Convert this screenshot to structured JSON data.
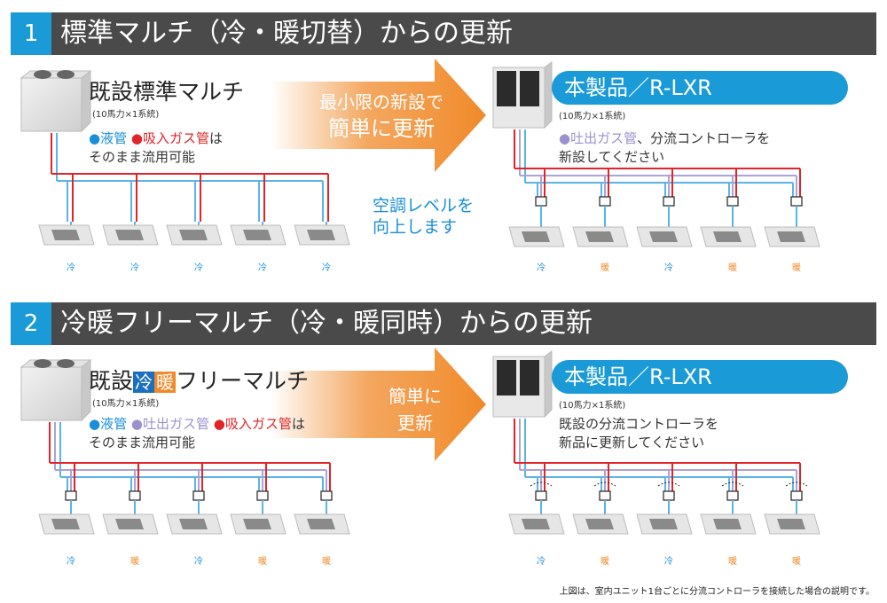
{
  "section1": {
    "number": "1",
    "title": "標準マルチ（冷・暖切替）からの更新",
    "existing": {
      "name": "既設標準マルチ",
      "spec": "(10馬力×1系統)",
      "note_liquid": "●液管",
      "note_suction": "●吸入ガス管",
      "note_suffix": "は",
      "note_line2": "そのまま流用可能"
    },
    "arrow_line1": "最小限の新設で",
    "arrow_line2": "簡単に更新",
    "level_line1": "空調レベルを",
    "level_line2": "向上します",
    "product": {
      "name": "本製品／R-LXR",
      "spec": "(10馬力×1系統)",
      "note_discharge": "●吐出ガス管",
      "note_suffix": "、分流コントローラを",
      "note_line2": "新設してください"
    },
    "modes_left": [
      "冷",
      "冷",
      "冷",
      "冷",
      "冷"
    ],
    "modes_right": [
      "冷",
      "暖",
      "冷",
      "暖",
      "暖"
    ]
  },
  "section2": {
    "number": "2",
    "title": "冷暖フリーマルチ（冷・暖同時）からの更新",
    "existing": {
      "name_prefix": "既設",
      "badge_cool": "冷",
      "badge_heat": "暖",
      "name_suffix": "フリーマルチ",
      "spec": "(10馬力×1系統)",
      "note_liquid": "●液管",
      "note_discharge": "●吐出ガス管",
      "note_suction": "●吸入ガス管",
      "note_suffix": "は",
      "note_line2": "そのまま流用可能"
    },
    "arrow_line1": "簡単に",
    "arrow_line2": "更新",
    "product": {
      "name": "本製品／R-LXR",
      "spec": "(10馬力×1系統)",
      "note_line1": "既設の分流コントローラを",
      "note_line2": "新品に更新してください"
    },
    "modes_left": [
      "冷",
      "暖",
      "冷",
      "暖",
      "暖"
    ],
    "modes_right": [
      "冷",
      "暖",
      "冷",
      "暖",
      "暖"
    ]
  },
  "footnote": "上図は、室内ユニット1台ごとに分流コントローラを接続した場合の説明です。",
  "colors": {
    "section_bar": "#4a4a4a",
    "accent_blue": "#1a9ad6",
    "liquid_pipe": "#5ab4e6",
    "suction_pipe": "#e2242a",
    "discharge_pipe": "#a9a3d6",
    "arrow_orange": "#f08a2a",
    "cool": "#1a8fd8",
    "heat": "#f08a2a"
  }
}
